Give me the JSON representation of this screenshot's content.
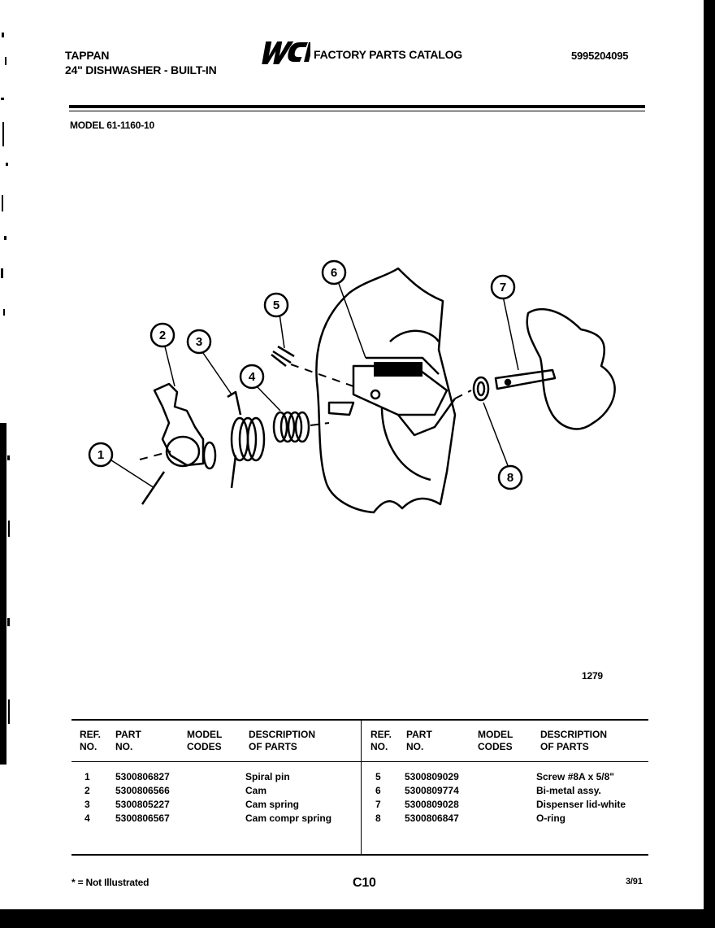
{
  "header": {
    "brand": "TAPPAN",
    "product": "24\" DISHWASHER - BUILT-IN",
    "logo_text": "WCI",
    "catalog_title": "FACTORY PARTS CATALOG",
    "catalog_number": "5995204095",
    "model": "MODEL 61-1160-10"
  },
  "diagram": {
    "callouts": [
      "1",
      "2",
      "3",
      "4",
      "5",
      "6",
      "7",
      "8"
    ],
    "figure_number": "1279"
  },
  "table": {
    "headers": {
      "ref": [
        "REF.",
        "NO."
      ],
      "part": [
        "PART",
        "NO."
      ],
      "model": [
        "MODEL",
        "CODES"
      ],
      "desc": [
        "DESCRIPTION",
        "OF PARTS"
      ]
    },
    "left_rows": [
      {
        "ref": "1",
        "part": "5300806827",
        "model": "",
        "desc": "Spiral pin"
      },
      {
        "ref": "2",
        "part": "5300806566",
        "model": "",
        "desc": "Cam"
      },
      {
        "ref": "3",
        "part": "5300805227",
        "model": "",
        "desc": "Cam spring"
      },
      {
        "ref": "4",
        "part": "5300806567",
        "model": "",
        "desc": "Cam compr spring"
      }
    ],
    "right_rows": [
      {
        "ref": "5",
        "part": "5300809029",
        "model": "",
        "desc": "Screw #8A x 5/8\""
      },
      {
        "ref": "6",
        "part": "5300809774",
        "model": "",
        "desc": "Bi-metal assy."
      },
      {
        "ref": "7",
        "part": "5300809028",
        "model": "",
        "desc": "Dispenser lid-white"
      },
      {
        "ref": "8",
        "part": "5300806847",
        "model": "",
        "desc": "O-ring"
      }
    ]
  },
  "footer": {
    "note": "* = Not Illustrated",
    "page": "C10",
    "date": "3/91"
  }
}
